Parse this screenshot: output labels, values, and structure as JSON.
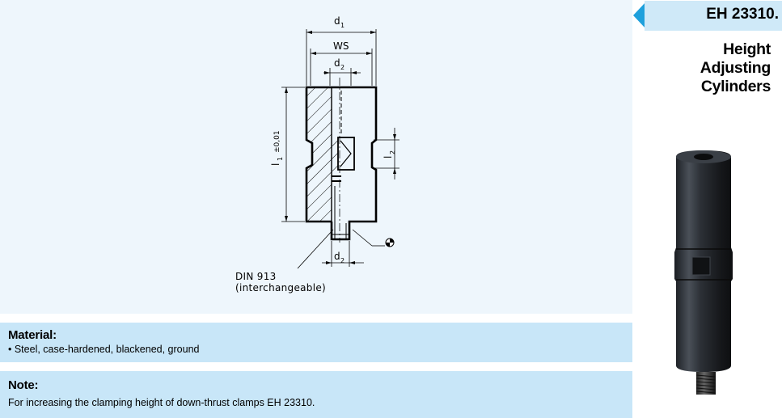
{
  "header": {
    "code": "EH 23310.",
    "title_lines": [
      "Height",
      "Adjusting",
      "Cylinders"
    ]
  },
  "drawing": {
    "labels": {
      "d1": "d",
      "d1_sub": "1",
      "ws": "WS",
      "d2_top": "d",
      "d2_top_sub": "2",
      "d2_bottom": "d",
      "d2_bottom_sub": "2",
      "l1": "l",
      "l1_sub": "1",
      "l1_tol": "±0,01",
      "l2": "l",
      "l2_sub": "2"
    },
    "note_lines": [
      "DIN 913",
      "(interchangeable)"
    ]
  },
  "material": {
    "title": "Material:",
    "text": "• Steel, case-hardened, blackened, ground"
  },
  "note": {
    "title": "Note:",
    "text": "For increasing the clamping height of down-thrust clamps EH 23310."
  },
  "colors": {
    "panel_bg": "#eef6fc",
    "info_bg": "#c8e6f8",
    "tab_bg": "#cfe9f8",
    "accent": "#1ea0dc"
  }
}
